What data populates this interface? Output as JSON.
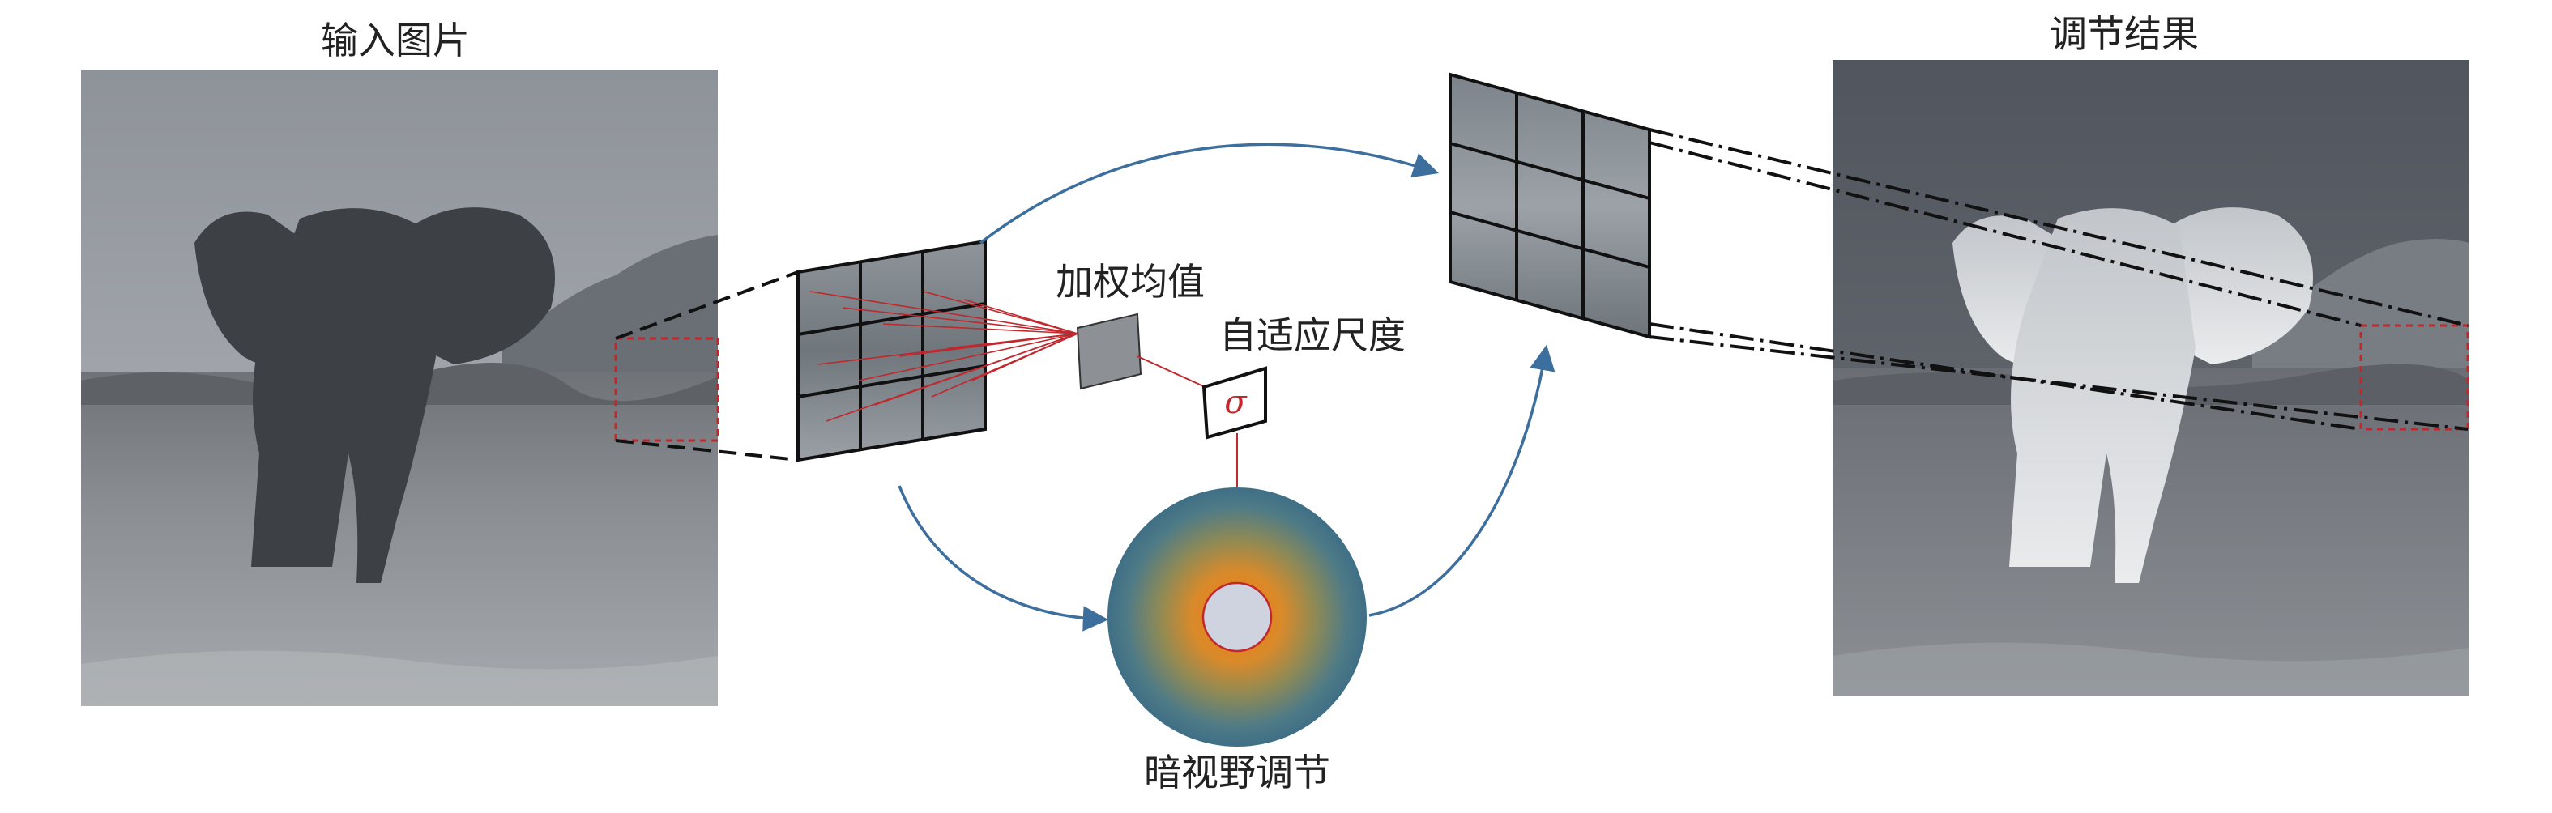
{
  "labels": {
    "input_title": "输入图片",
    "result_title": "调节结果",
    "weighted_mean": "加权均值",
    "adaptive_scale": "自适应尺度",
    "sigma": "σ",
    "dark_vision": "暗视野调节"
  },
  "colors": {
    "arrow_blue": "#3d6f9e",
    "highlight_red": "#c0282d",
    "ring_outer": "#3f7089",
    "ring_mid": "#9b7a3e",
    "ring_inner": "#e07a1a",
    "center_disk": "#cfd3df"
  }
}
